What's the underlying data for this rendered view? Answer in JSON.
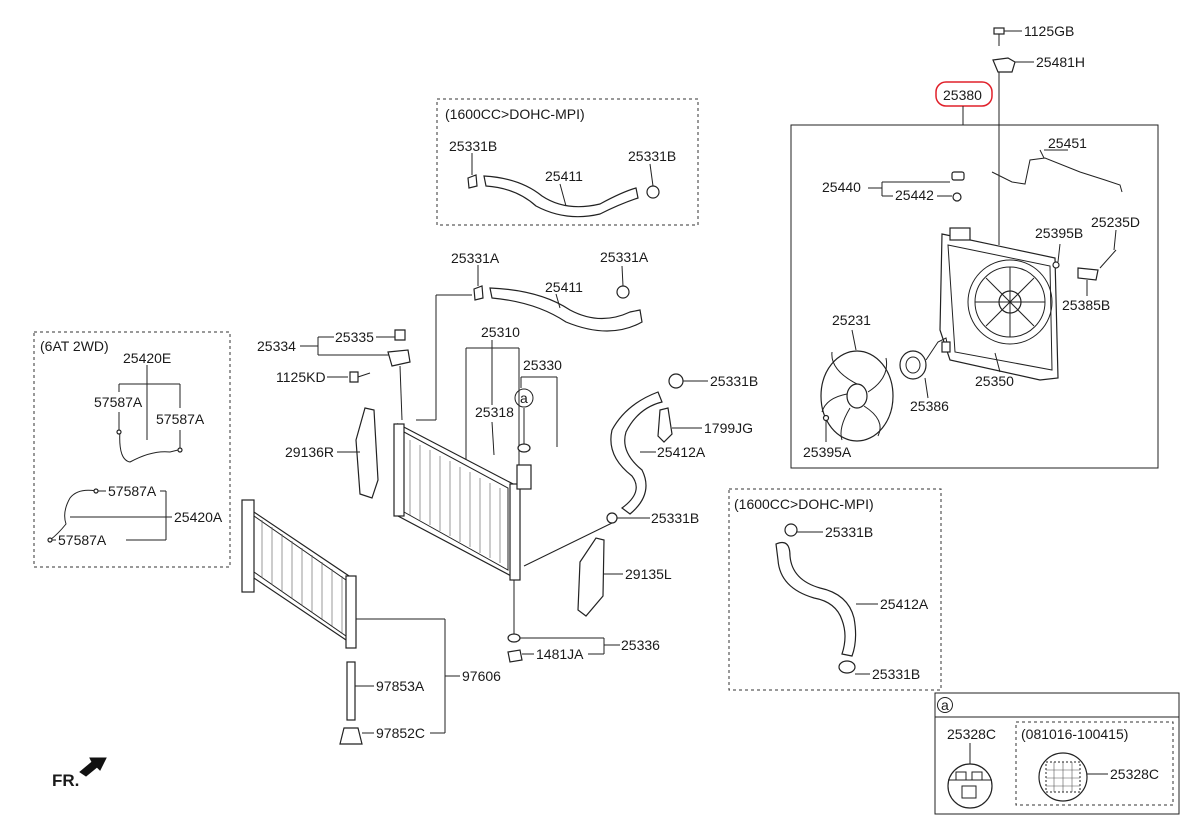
{
  "highlight_color": "#e0202a",
  "groups": {
    "hose_1600": "(1600CC>DOHC-MPI)",
    "hose_1600_b": "(1600CC>DOHC-MPI)",
    "at_2wd": "(6AT 2WD)",
    "detail_a": "a",
    "date_range": "(081016-100415)"
  },
  "direction": {
    "front_label": "FR."
  },
  "callouts": {
    "c1125GB": "1125GB",
    "c25481H": "25481H",
    "c25380": "25380",
    "c25451": "25451",
    "c25440": "25440",
    "c25442": "25442",
    "c25395B": "25395B",
    "c25235D": "25235D",
    "c25385B": "25385B",
    "c25231": "25231",
    "c25350": "25350",
    "c25386": "25386",
    "c25395A": "25395A",
    "h1_25331B_l": "25331B",
    "h1_25411": "25411",
    "h1_25331B_r": "25331B",
    "c25331A_l": "25331A",
    "c25331A_r": "25331A",
    "c25411": "25411",
    "c25335": "25335",
    "c25334": "25334",
    "c1125KD": "1125KD",
    "c25310": "25310",
    "c25330": "25330",
    "c25318": "25318",
    "c29136R": "29136R",
    "c25331B_up": "25331B",
    "c1799JG": "1799JG",
    "c25412A": "25412A",
    "c25331B_mid": "25331B",
    "c29135L": "29135L",
    "c25336": "25336",
    "c1481JA": "1481JA",
    "c97606": "97606",
    "c97853A": "97853A",
    "c97852C": "97852C",
    "c25420E": "25420E",
    "c57587A_1": "57587A",
    "c57587A_2": "57587A",
    "c57587A_3": "57587A",
    "c25420A": "25420A",
    "c57587A_4": "57587A",
    "h2_25331B_t": "25331B",
    "h2_25412A": "25412A",
    "h2_25331B_b": "25331B",
    "a_25328C": "25328C",
    "a_25328C_r": "25328C",
    "circle_a": "a"
  }
}
